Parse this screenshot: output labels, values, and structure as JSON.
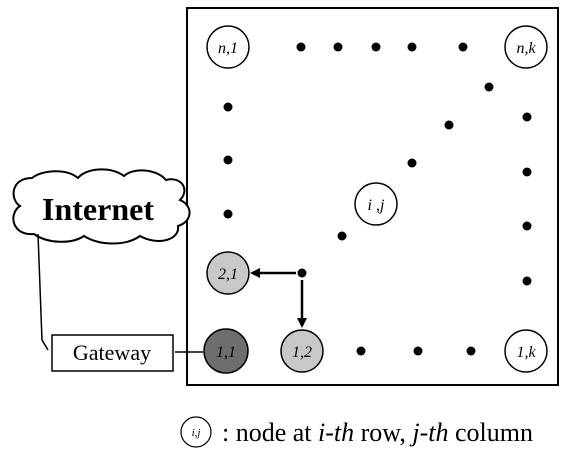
{
  "internet": {
    "label": "Internet"
  },
  "gateway": {
    "label": "Gateway"
  },
  "nodes": {
    "corner_top_left": "n,1",
    "corner_top_right": "n,k",
    "corner_bottom_right": "1,k",
    "center": "i ,j",
    "node_2_1": "2,1",
    "node_1_1": "1,1",
    "node_1_2": "1,2"
  },
  "legend": {
    "symbol": "i,j",
    "prefix": ": node at ",
    "row_index": "i-th",
    "row_word": " row, ",
    "col_index": "j-th",
    "col_word": " column"
  },
  "colors": {
    "node_1_1": "#6e6e6e",
    "node_gray": "#c8c8c8",
    "node_white": "#ffffff"
  }
}
